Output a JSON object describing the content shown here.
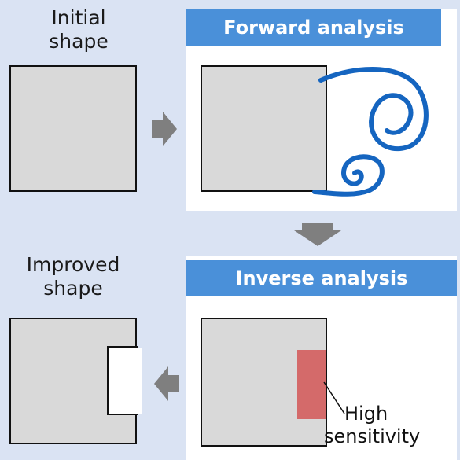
{
  "colors": {
    "background": "#dae3f3",
    "header": "#4a90d9",
    "swirl": "#1565c0",
    "shape_fill": "#d9d9d9",
    "sensitivity": "#d46a6a",
    "arrow": "#7f7f7f"
  },
  "initial": {
    "label_line1": "Initial",
    "label_line2": "shape"
  },
  "forward": {
    "title": "Forward analysis"
  },
  "improved": {
    "label_line1": "Improved",
    "label_line2": "shape"
  },
  "inverse": {
    "title": "Inverse analysis",
    "annotation_line1": "High",
    "annotation_line2": "sensitivity"
  },
  "icons": {
    "arrow_right": "arrow-right-icon",
    "arrow_down": "arrow-down-icon",
    "arrow_left": "arrow-left-icon",
    "swirl_large": "vortex-large-icon",
    "swirl_small": "vortex-small-icon"
  }
}
